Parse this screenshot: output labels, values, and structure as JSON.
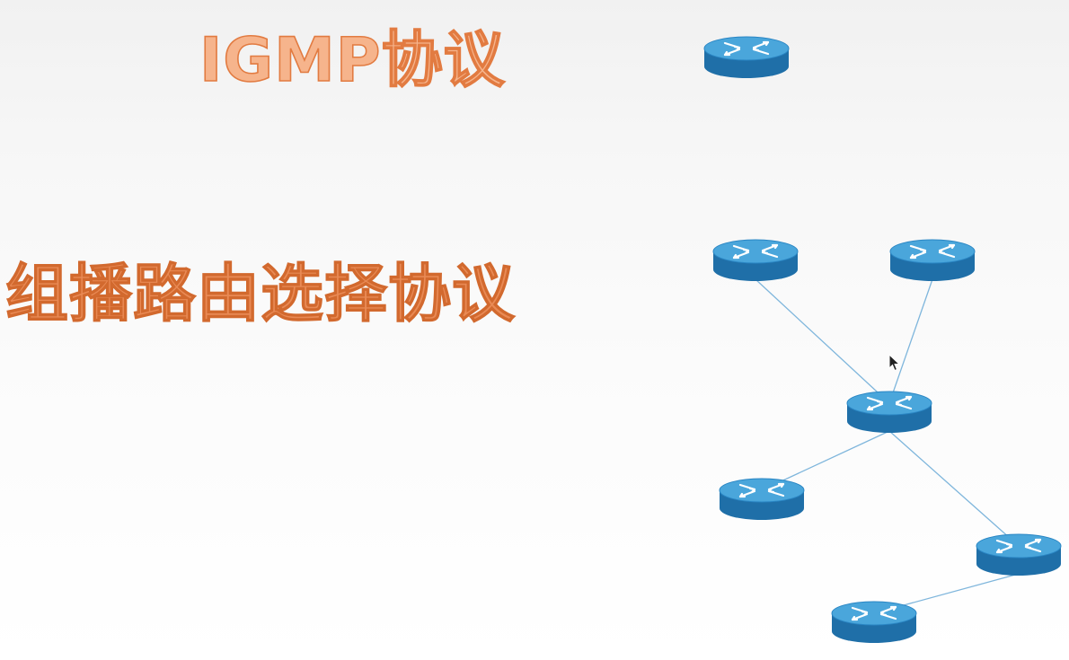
{
  "titles": {
    "igmp": "IGMP协议",
    "multicast_routing": "组播路由选择协议"
  },
  "colors": {
    "title_fill": "#f6b48c",
    "title_stroke": "#e27b41",
    "router_top": "#4aa6db",
    "router_side": "#1f6fa8",
    "link": "#7fb6dc"
  },
  "icon": "router-icon",
  "diagram": {
    "nodes": [
      {
        "id": "r-top-standalone"
      },
      {
        "id": "r-left"
      },
      {
        "id": "r-right"
      },
      {
        "id": "r-center"
      },
      {
        "id": "r-lower-left"
      },
      {
        "id": "r-lower-right"
      },
      {
        "id": "r-bottom"
      }
    ],
    "links": [
      {
        "from": "r-left",
        "to": "r-center"
      },
      {
        "from": "r-right",
        "to": "r-center"
      },
      {
        "from": "r-center",
        "to": "r-lower-left"
      },
      {
        "from": "r-center",
        "to": "r-lower-right"
      },
      {
        "from": "r-lower-right",
        "to": "r-bottom"
      }
    ]
  }
}
